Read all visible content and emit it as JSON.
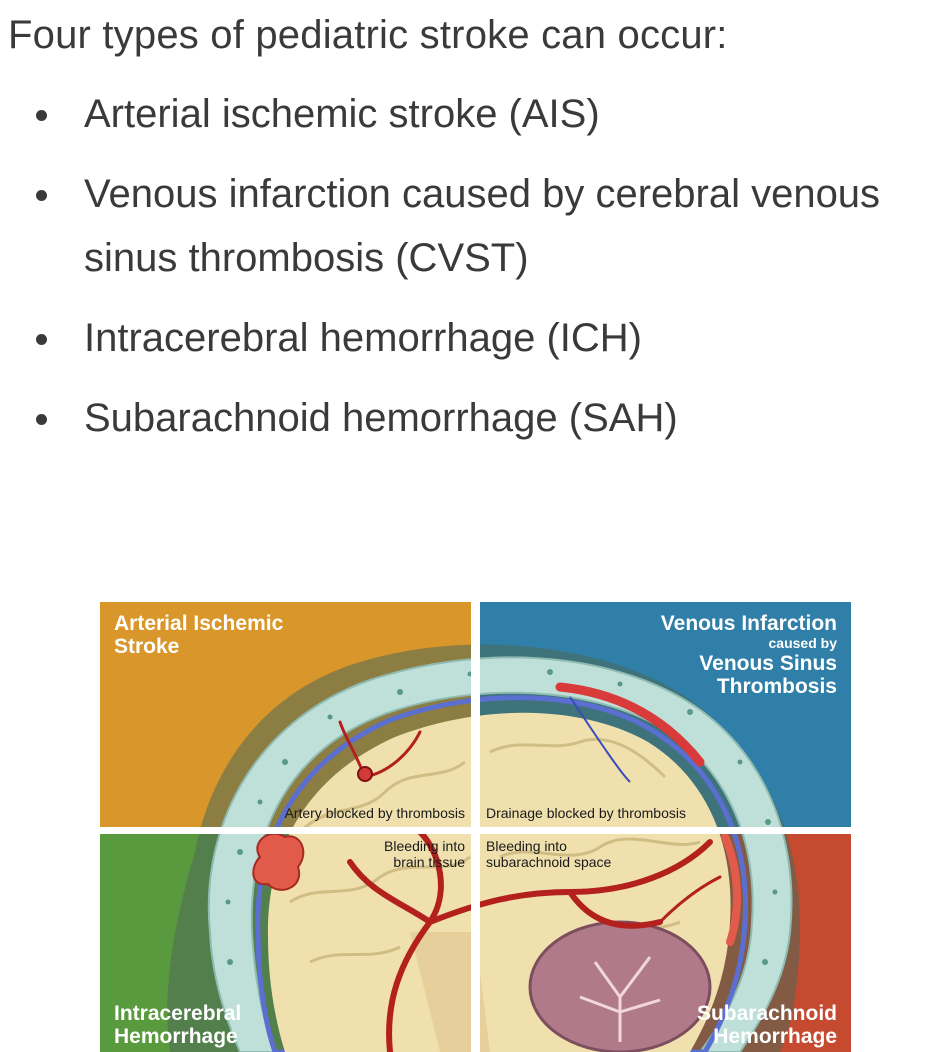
{
  "intro": "Four types of pediatric stroke can occur:",
  "items": [
    {
      "label": "Arterial ischemic stroke (AIS)"
    },
    {
      "label": "Venous infarction caused by cerebral venous sinus thrombosis (CVST)"
    },
    {
      "label": "Intracerebral hemorrhage (ICH)"
    },
    {
      "label": "Subarachnoid hemorrhage (SAH)"
    }
  ],
  "figure": {
    "quadrants": {
      "top_left": {
        "title_line1": "Arterial Ischemic",
        "title_line2": "Stroke",
        "color": "#d9962a"
      },
      "top_right": {
        "title_line1": "Venous Infarction",
        "small": "caused by",
        "title_line3": "Venous Sinus",
        "title_line4": "Thrombosis",
        "color": "#2f7fa8"
      },
      "bottom_left": {
        "title_line1": "Intracerebral",
        "title_line2": "Hemorrhage",
        "color": "#5a9a3e"
      },
      "bottom_right": {
        "title_line1": "Subarachnoid",
        "title_line2": "Hemorrhage",
        "color": "#c64a2f"
      }
    },
    "captions": {
      "artery": "Artery blocked by thrombosis",
      "drainage": "Drainage blocked by thrombosis",
      "bleed_brain_1": "Bleeding into",
      "bleed_brain_2": "brain tissue",
      "bleed_sub_1": "Bleeding into",
      "bleed_sub_2": "subarachnoid space"
    }
  }
}
